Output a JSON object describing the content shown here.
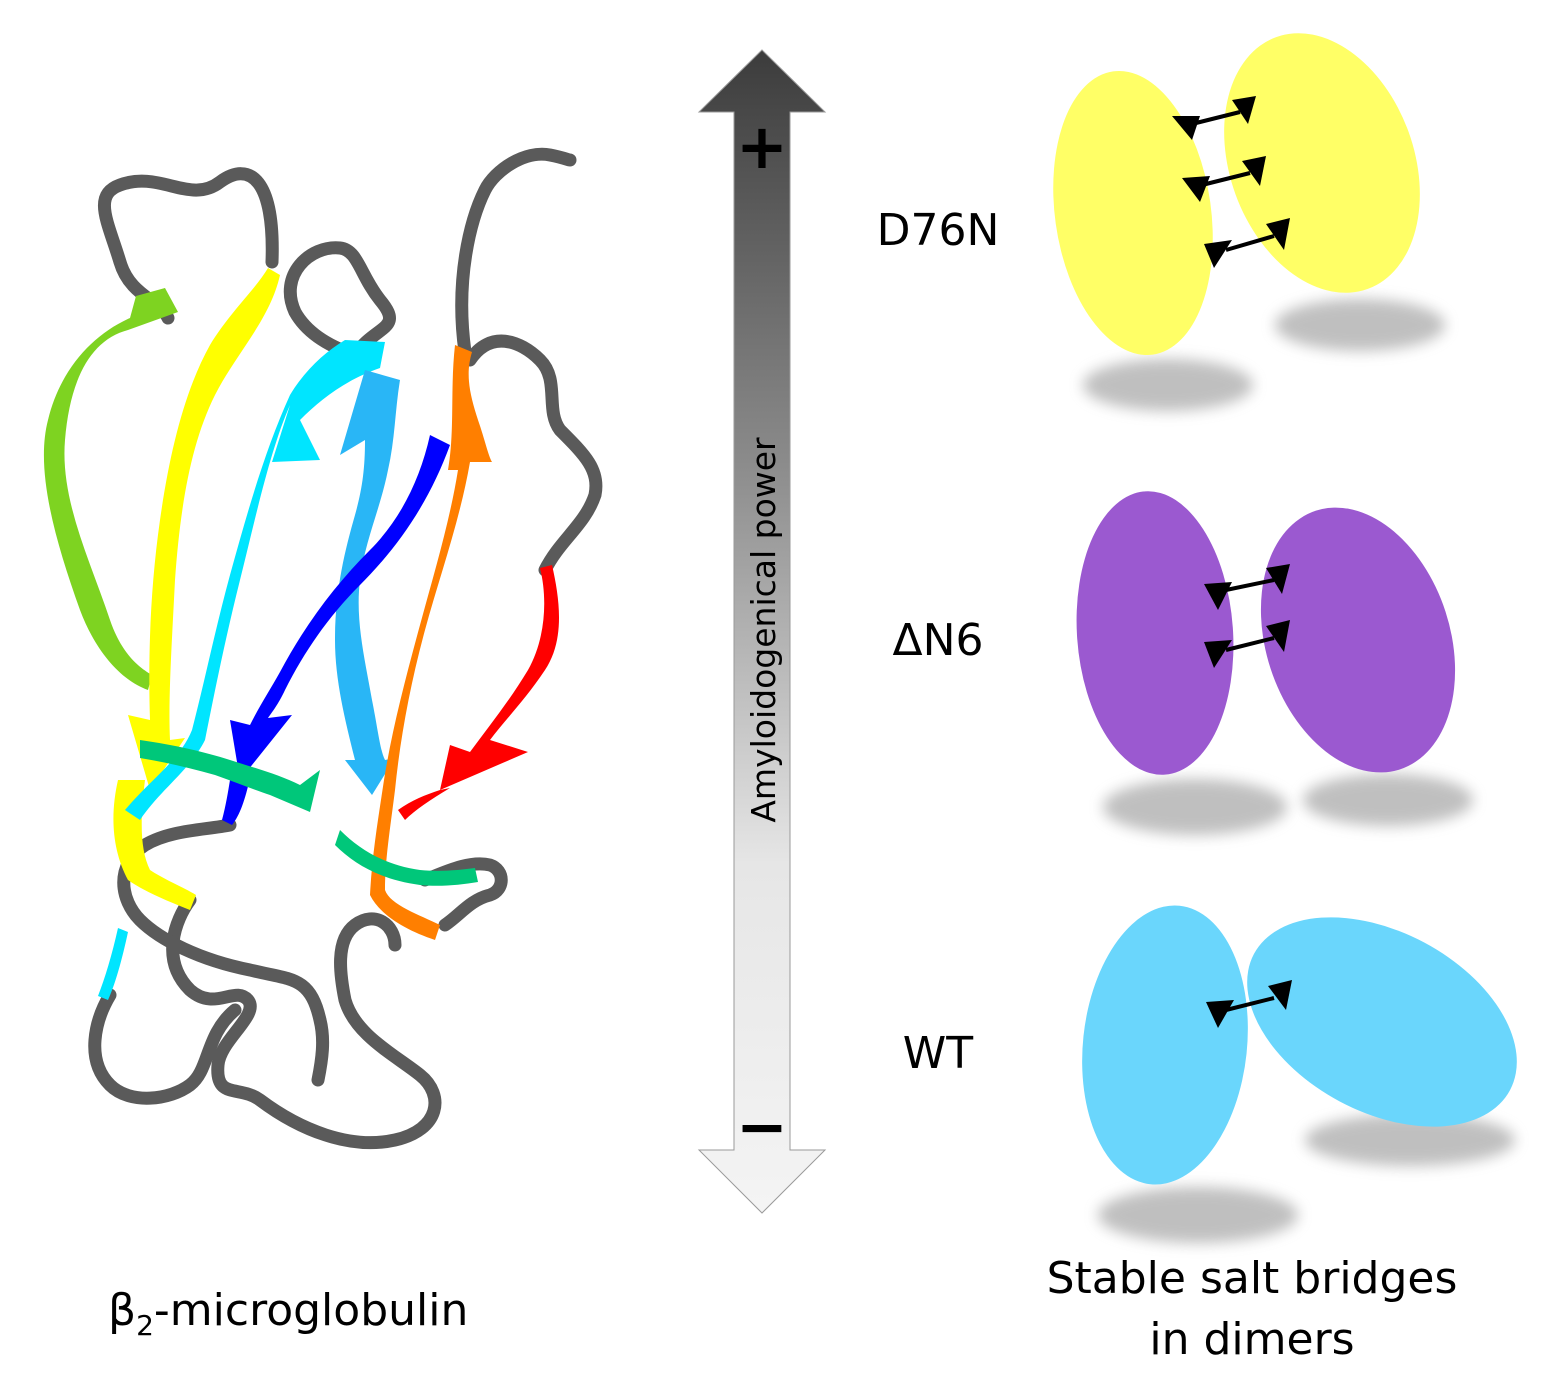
{
  "protein": {
    "name_prefix": "β",
    "name_subscript": "2",
    "name_suffix": "-microglobulin",
    "strand_colors": [
      "#7ed321",
      "#ffff00",
      "#00e5ff",
      "#29b6f6",
      "#0000ff",
      "#ff7f00",
      "#ff0000",
      "#00c77a"
    ],
    "loop_color": "#5a5a5a"
  },
  "scale": {
    "label": "Amyloidogenical power",
    "plus_symbol": "+",
    "minus_symbol": "−"
  },
  "variants": [
    {
      "name": "D76N",
      "color": "#ffff66",
      "salt_bridges": 3
    },
    {
      "name": "ΔN6",
      "color": "#9b59d0",
      "salt_bridges": 2
    },
    {
      "name": "WT",
      "color": "#6ad6fc",
      "salt_bridges": 1
    }
  ],
  "caption": {
    "line1": "Stable salt bridges",
    "line2": "in dimers"
  }
}
